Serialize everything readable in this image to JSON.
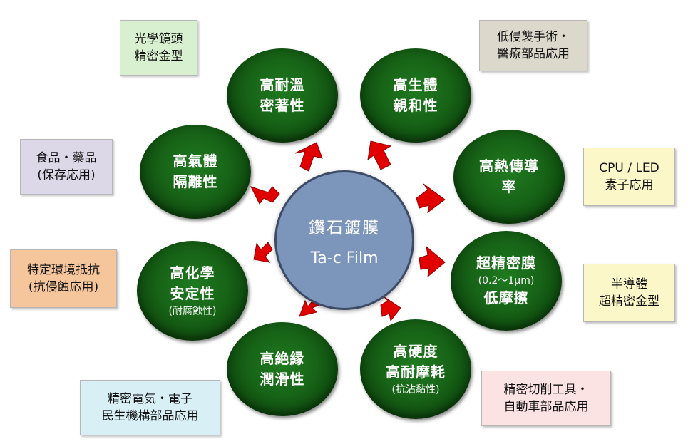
{
  "center": {
    "line1": "鑽石鍍膜",
    "line2": "Ta-c Film"
  },
  "nodes": [
    {
      "lines": [
        "高耐溫",
        "密著性"
      ],
      "sub": ""
    },
    {
      "lines": [
        "高生體",
        "親和性"
      ],
      "sub": ""
    },
    {
      "lines": [
        "高熱傳導",
        "率"
      ],
      "sub": ""
    },
    {
      "lines": [
        "超精密膜",
        "低摩擦"
      ],
      "sub": "(0.2～1μm)"
    },
    {
      "lines": [
        "高硬度",
        "高耐摩耗"
      ],
      "sub": "(抗沾黏性)"
    },
    {
      "lines": [
        "高絶縁",
        "潤滑性"
      ],
      "sub": ""
    },
    {
      "lines": [
        "高化學",
        "安定性"
      ],
      "sub": "(耐腐蝕性)"
    },
    {
      "lines": [
        "高氣體",
        "隔離性"
      ],
      "sub": ""
    }
  ],
  "boxes": [
    {
      "lines": [
        "光學鏡頭",
        "精密金型"
      ],
      "color": "#d9f0d0"
    },
    {
      "lines": [
        "低侵襲手術・",
        "醫療部品応用"
      ],
      "color": "#dcd8cc"
    },
    {
      "lines": [
        "CPU / LED",
        "素子応用"
      ],
      "color": "#fbf7c9"
    },
    {
      "lines": [
        "半導體",
        "超精密金型"
      ],
      "color": "#fbf7c9"
    },
    {
      "lines": [
        "精密切削工具・",
        "自動車部品応用"
      ],
      "color": "#fbe3e3"
    },
    {
      "lines": [
        "精密電気・電子",
        "民生機構部品応用"
      ],
      "color": "#d8f0f5"
    },
    {
      "lines": [
        "特定環境抵抗",
        "(抗侵蝕応用)"
      ],
      "color": "#f5c59c"
    },
    {
      "lines": [
        "食品・藥品",
        "(保存応用)"
      ],
      "color": "#dcd8e8"
    }
  ],
  "arrow_color": "#e00000"
}
